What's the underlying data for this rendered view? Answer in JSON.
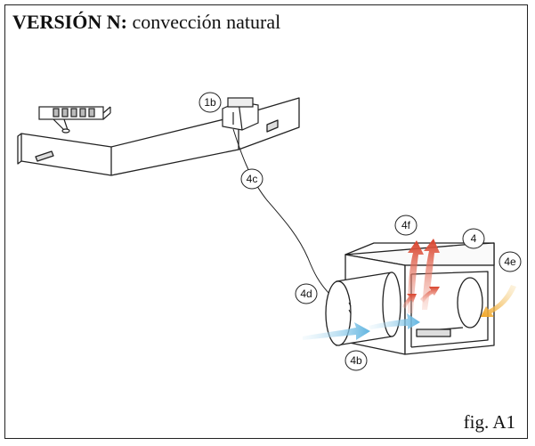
{
  "title": {
    "bold": "VERSIÓN N:",
    "rest": " convección natural"
  },
  "caption": "fig. A1",
  "labels": {
    "l1b": "1b",
    "l4c": "4c",
    "l4f": "4f",
    "l4": "4",
    "l4e": "4e",
    "l4d": "4d",
    "l4b": "4b"
  },
  "colors": {
    "warm_air": "#e0604a",
    "cool_air": "#7fc4e6",
    "side_air": "#f2b233",
    "line": "#222222"
  }
}
